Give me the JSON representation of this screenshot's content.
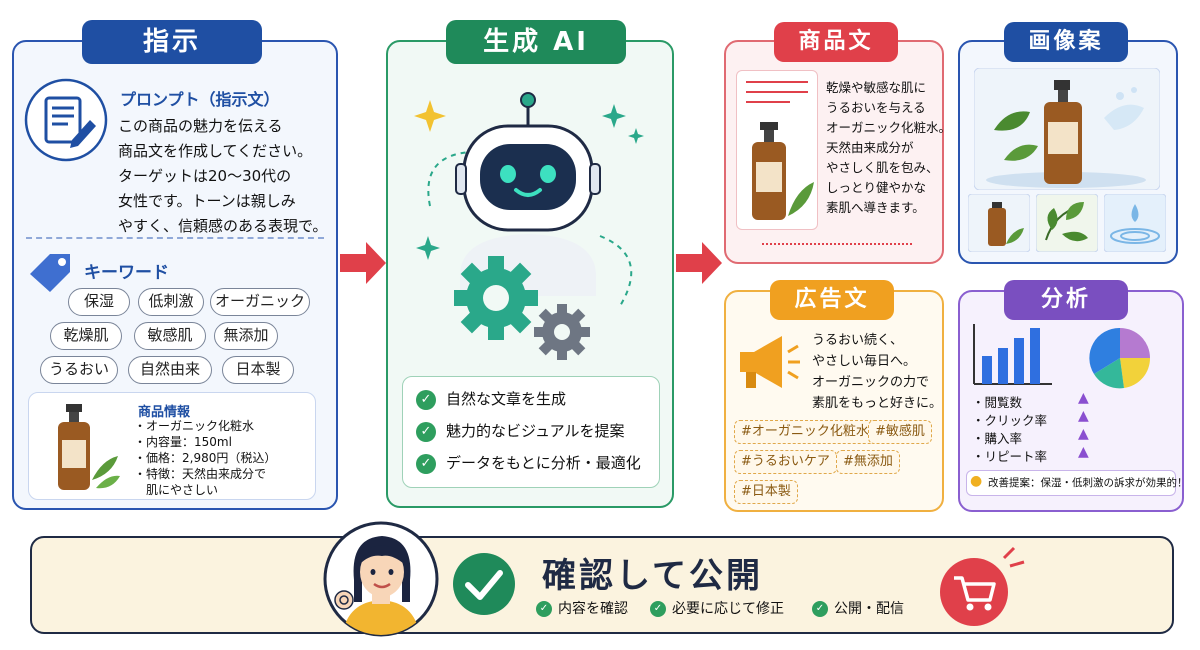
{
  "instruction": {
    "title": "指示",
    "prompt_heading": "プロンプト（指示文）",
    "prompt_text": "この商品の魅力を伝える\n商品文を作成してください。\nターゲットは20〜30代の\n女性です。トーンは親しみ\nやすく、信頼感のある表現で。",
    "keyword_heading": "キーワード",
    "keywords": [
      "保湿",
      "低刺激",
      "オーガニック",
      "乾燥肌",
      "敏感肌",
      "無添加",
      "うるおい",
      "自然由来",
      "日本製"
    ],
    "product_info_heading": "商品情報",
    "product_info_lines": [
      "・オーガニック化粧水",
      "・内容量：150ml",
      "・価格：2,980円（税込）",
      "・特徴：天然由来成分で",
      "　肌にやさしい"
    ]
  },
  "ai": {
    "title": "生成 AI",
    "features": [
      "自然な文章を生成",
      "魅力的なビジュアルを提案",
      "データをもとに分析・最適化"
    ]
  },
  "product_copy": {
    "title": "商品文",
    "text": "乾燥や敏感な肌に\nうるおいを与える\nオーガニック化粧水。\n天然由来成分が\nやさしく肌を包み、\nしっとり健やかな\n素肌へ導きます。"
  },
  "image_plan": {
    "title": "画像案"
  },
  "ad_copy": {
    "title": "広告文",
    "text": "うるおい続く、\nやさしい毎日へ。\nオーガニックの力で\n素肌をもっと好きに。",
    "hashtags": [
      "#オーガニック化粧水",
      "#敏感肌",
      "#うるおいケア",
      "#無添加",
      "#日本製"
    ]
  },
  "analysis": {
    "title": "分析",
    "metrics": [
      "・閲覧数",
      "・クリック率",
      "・購入率",
      "・リピート率"
    ],
    "suggestion": "改善提案：保湿・低刺激の訴求が効果的！"
  },
  "publish": {
    "title": "確認して公開",
    "steps": [
      "内容を確認",
      "必要に応じて修正",
      "公開・配信"
    ]
  },
  "colors": {
    "blue": "#1f4fa3",
    "green": "#1f8a5a",
    "red": "#e0404a",
    "orange": "#f0a020",
    "purple": "#7a4fc0",
    "cream": "#fbf3df"
  }
}
